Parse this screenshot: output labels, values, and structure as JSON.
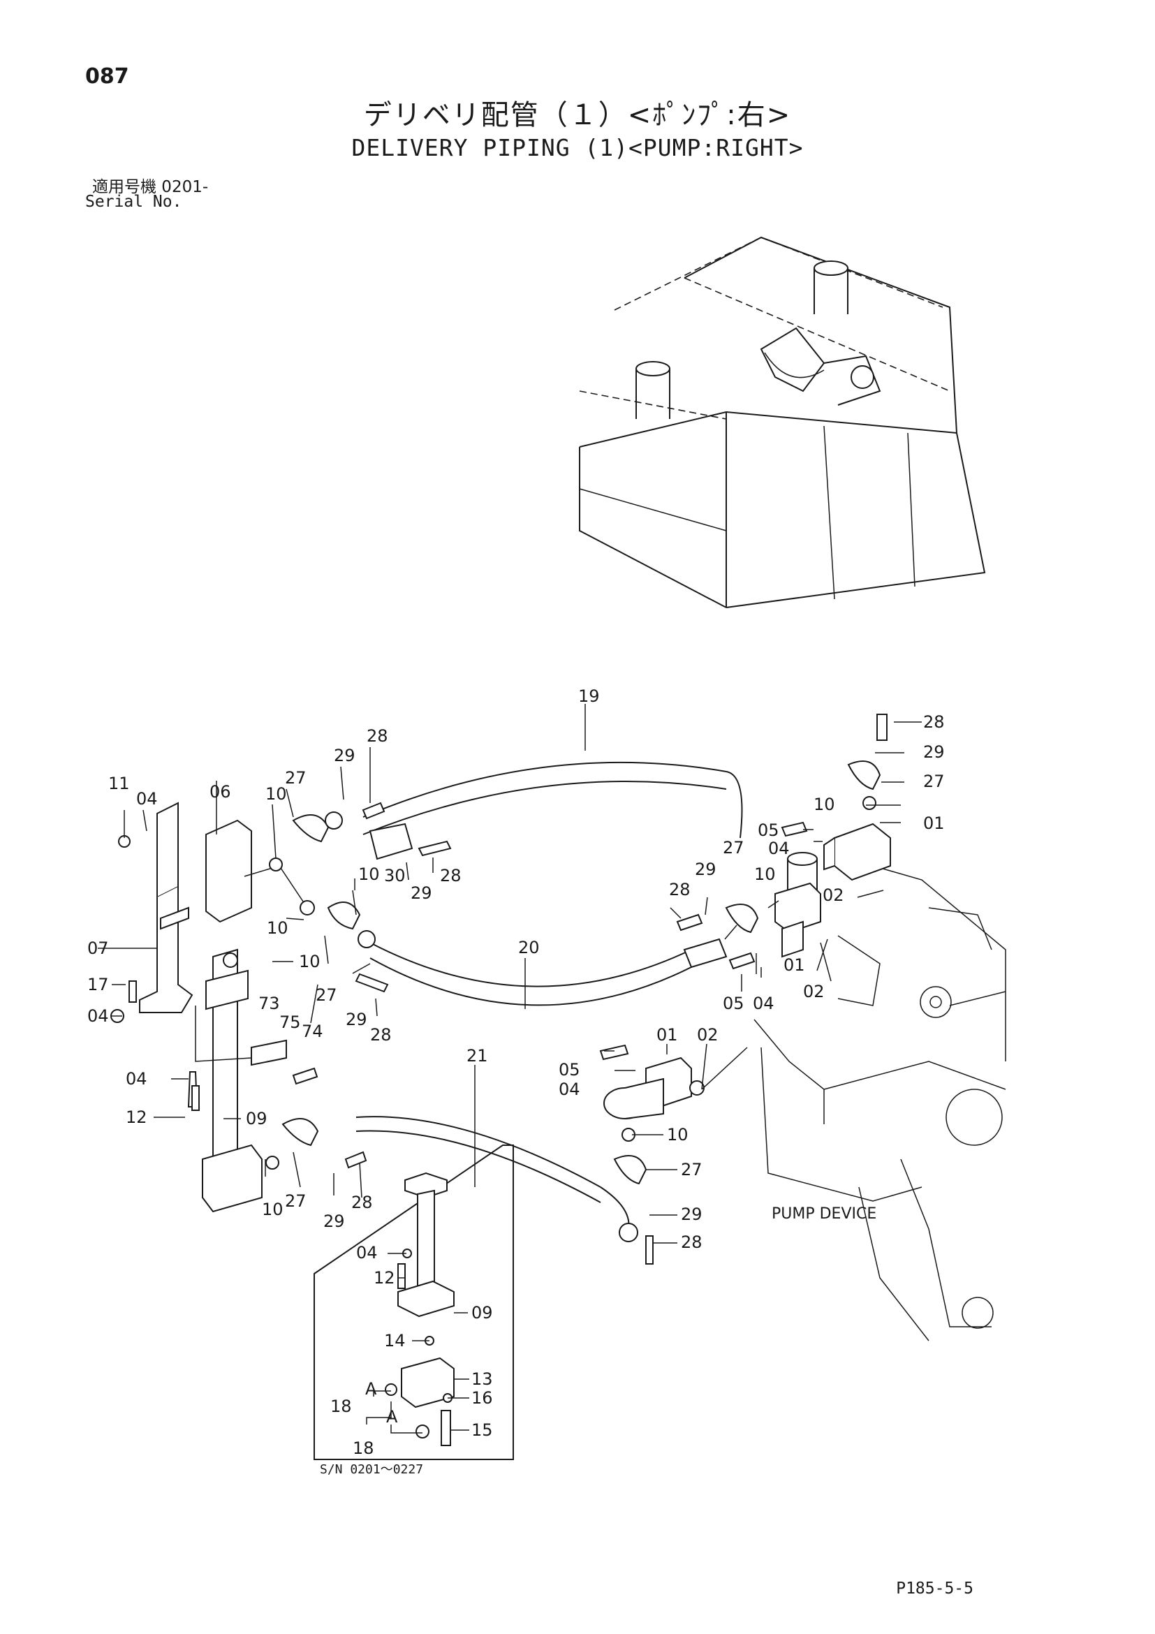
{
  "page_number": "087",
  "title_jp": "デリベリ配管（１）<ﾎﾟﾝﾌﾟ:右>",
  "title_en": "DELIVERY PIPING (1)<PUMP:RIGHT>",
  "serial_jp": "適用号機  0201-",
  "serial_en": "Serial No.",
  "footer_code": "P185-5-5",
  "pump_device_label": "PUMP DEVICE",
  "inset_serial": "S/N  0201～0227",
  "callouts": {
    "p19": "19",
    "p20": "20",
    "p21": "21",
    "p28a": "28",
    "p29a": "29",
    "p27a": "27",
    "p10a": "10",
    "p06": "06",
    "p04a": "04",
    "p11": "11",
    "p07": "07",
    "p17": "17",
    "p04b": "04",
    "p04c": "04",
    "p12a": "12",
    "p10b": "10",
    "p10c": "10",
    "p30": "30",
    "p29b": "29",
    "p28b": "28",
    "p10d": "10",
    "p27b": "27",
    "p29c": "29",
    "p28c": "28",
    "p73": "73",
    "p75": "75",
    "p74": "74",
    "p09a": "09",
    "p10e": "10",
    "p27c": "27",
    "p29d": "29",
    "p28d": "28",
    "p28e": "28",
    "p29e": "29",
    "p27d": "27",
    "p10f": "10",
    "p01a": "01",
    "p05a": "05",
    "p04d": "04",
    "p02a": "02",
    "p28f": "28",
    "p29f": "29",
    "p27e": "27",
    "p10g": "10",
    "p01b": "01",
    "p05b": "05",
    "p04e": "04",
    "p02b": "02",
    "p01c": "01",
    "p02c": "02",
    "p05c": "05",
    "p04f": "04",
    "p10h": "10",
    "p27f": "27",
    "p29g": "29",
    "p28g": "28",
    "p04g": "04",
    "p12b": "12",
    "p09b": "09",
    "p14": "14",
    "p13": "13",
    "p18a": "18",
    "pA1": "A",
    "pA2": "A",
    "p16": "16",
    "p18b": "18",
    "p15": "15"
  }
}
